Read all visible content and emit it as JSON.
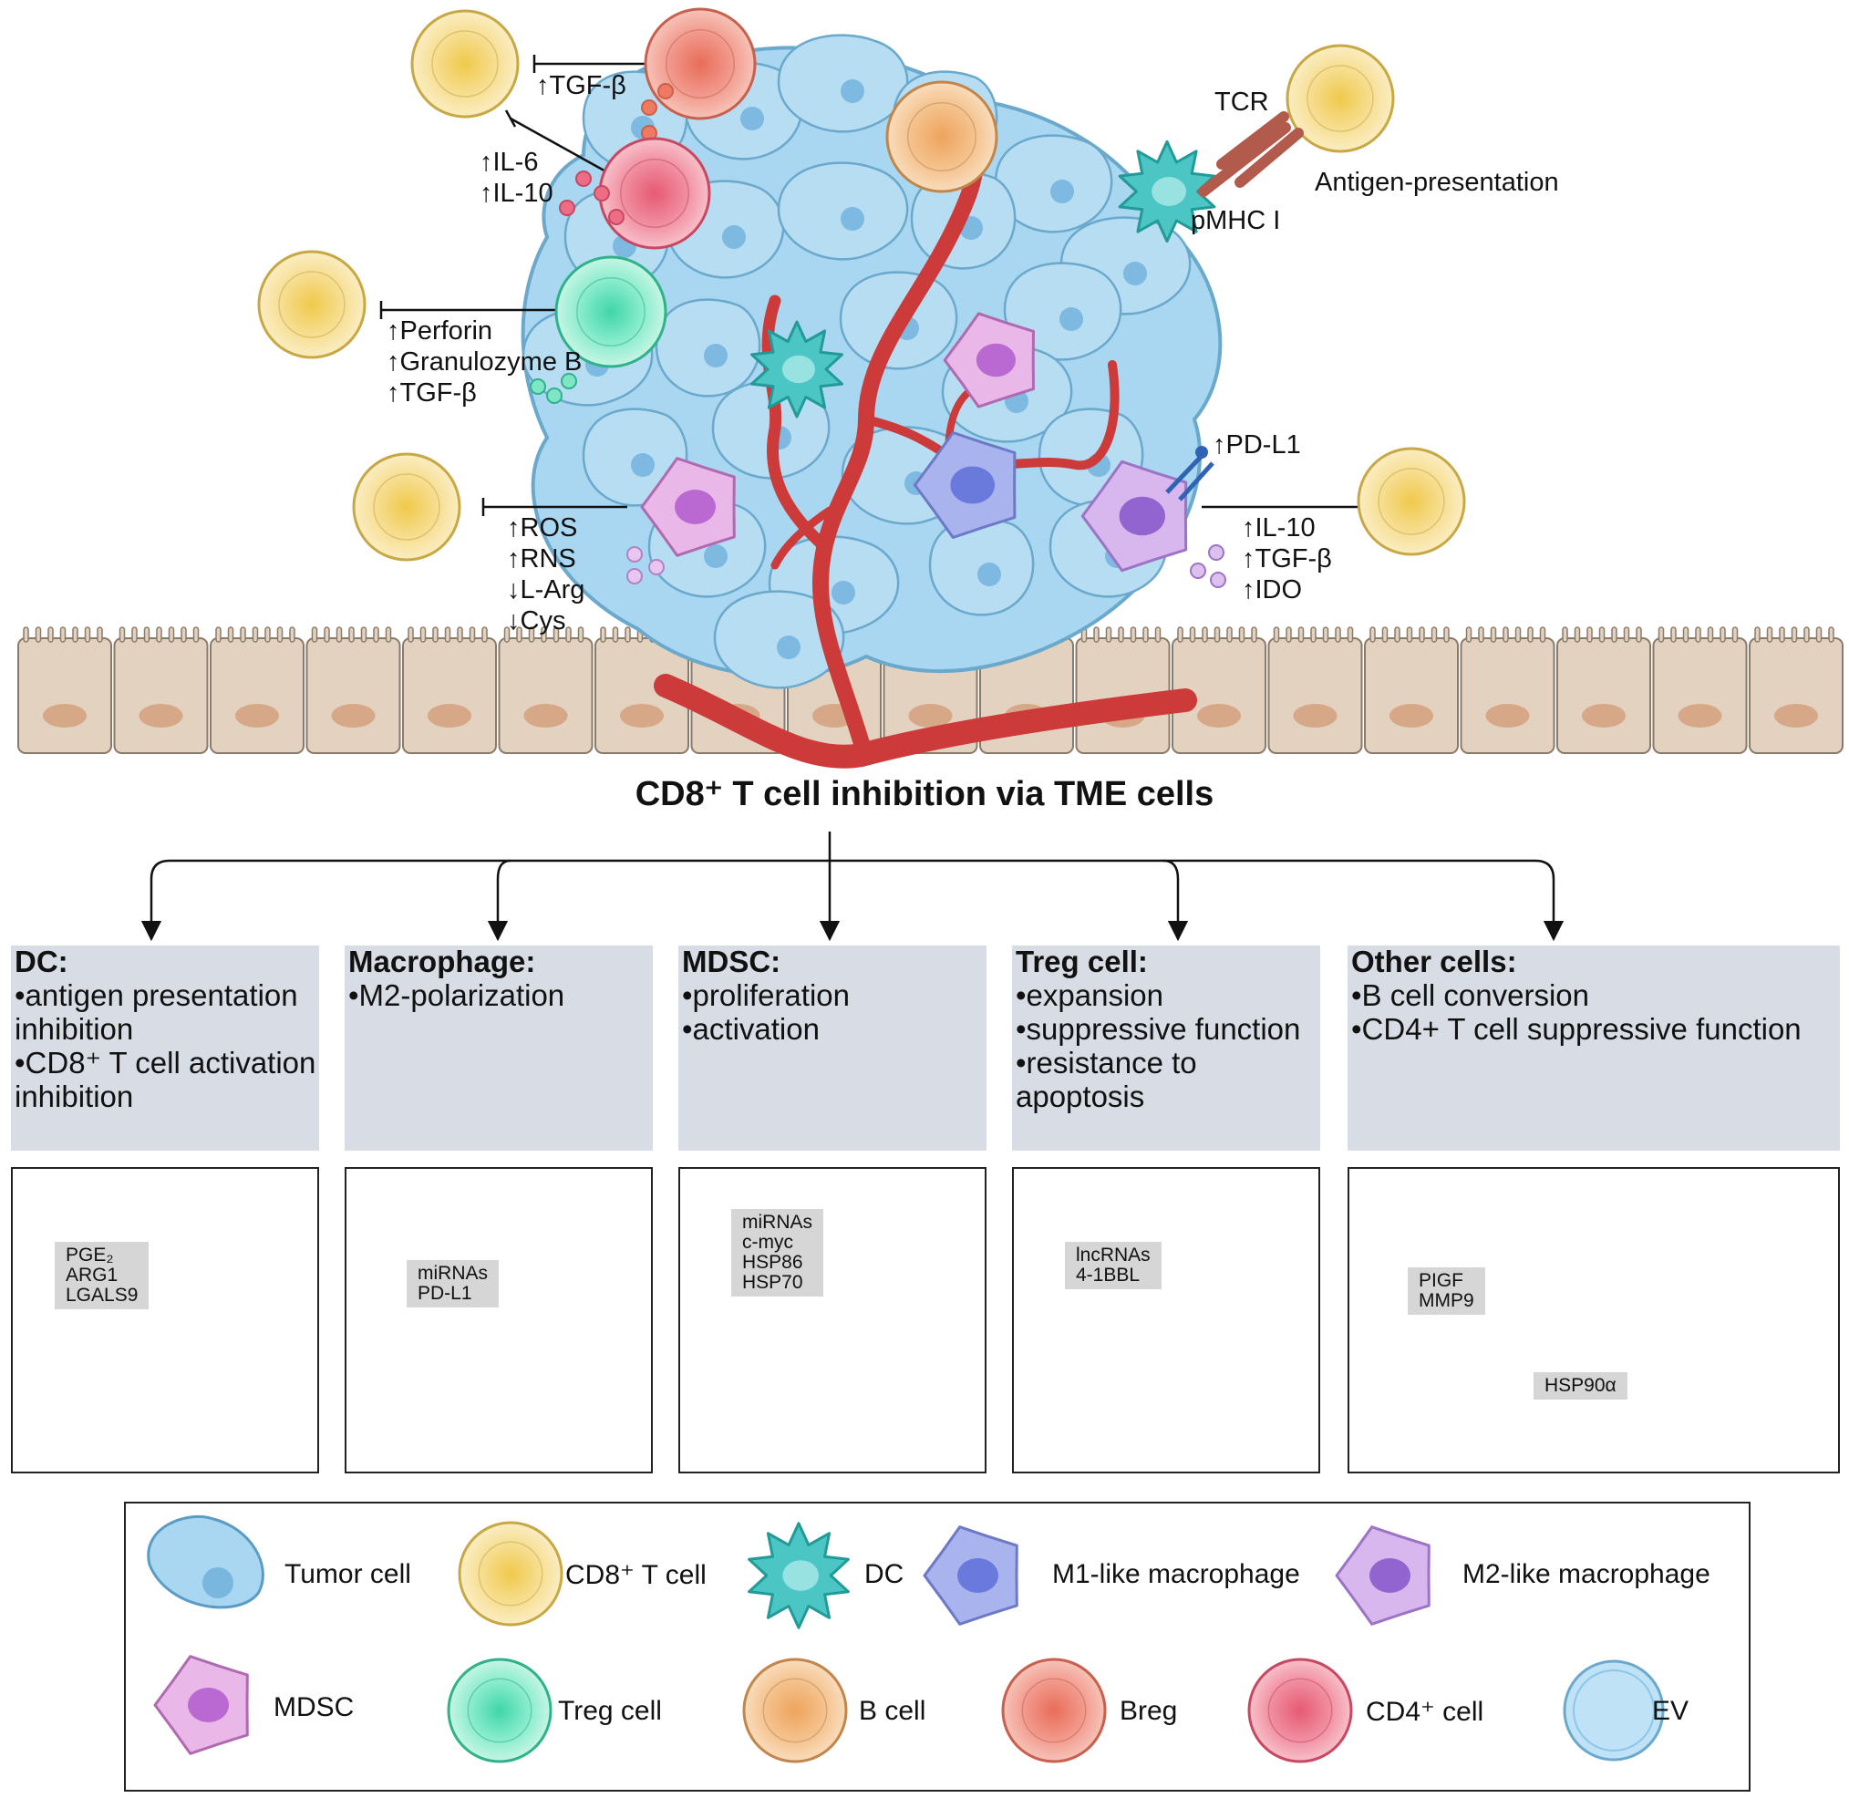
{
  "title": "CD8⁺ T cell inhibition via TME cells",
  "figure_labels": {
    "tgf_beta_top": "↑TGF-β",
    "il6": "↑IL-6",
    "il10_left": "↑IL-10",
    "perforin": "↑Perforin",
    "granzyme": "↑Granulozyme B",
    "tgf_beta_treg": "↑TGF-β",
    "ros": "↑ROS",
    "rns": "↑RNS",
    "larg": "↓L-Arg",
    "cys": "↓Cys",
    "tcr": "TCR",
    "antigen_presentation": "Antigen-presentation",
    "pmhc": "pMHC I",
    "pdl1": "↑PD-L1",
    "il10_right": "↑IL-10",
    "tgf_beta_right": "↑TGF-β",
    "ido": "↑IDO"
  },
  "panels": [
    {
      "title": "DC:",
      "items": [
        "•antigen presentation inhibition",
        "•CD8⁺ T cell activation inhibition"
      ]
    },
    {
      "title": "Macrophage:",
      "items": [
        "•M2-polarization"
      ]
    },
    {
      "title": "MDSC:",
      "items": [
        "•proliferation",
        "•activation"
      ]
    },
    {
      "title": "Treg cell:",
      "items": [
        "•expansion",
        "•suppressive function",
        "•resistance to apoptosis"
      ]
    },
    {
      "title": "Other cells:",
      "items": [
        "•B cell conversion",
        "•CD4+ T cell suppressive function"
      ]
    }
  ],
  "boxes": {
    "dc": [
      "PGE₂",
      "ARG1",
      "LGALS9"
    ],
    "macrophage": [
      "miRNAs",
      "PD-L1"
    ],
    "mdsc": [
      "miRNAs",
      "c-myc",
      "HSP86",
      "HSP70"
    ],
    "treg": [
      "lncRNAs",
      "4-1BBL"
    ],
    "other_top": [
      "PIGF",
      "MMP9"
    ],
    "other_bottom": [
      "HSP90α"
    ]
  },
  "legend": [
    "Tumor cell",
    "CD8⁺ T cell",
    "DC",
    "M1-like macrophage",
    "M2-like macrophage",
    "MDSC",
    "Treg cell",
    "B cell",
    "Breg",
    "CD4⁺ cell",
    "EV"
  ],
  "colors": {
    "tumor": "#a9d6f0",
    "cd8": "#f5dc8c",
    "dc": "#4cc6c4",
    "m1": "#a9b3ee",
    "m2": "#d7b7ee",
    "mdsc": "#eab8e8",
    "treg": "#7ee5c5",
    "bcell": "#f3b880",
    "breg": "#ef8f7d",
    "cd4": "#ef7f93",
    "vessel": "#cc3a3a",
    "epithelium": "#e4d2c0",
    "panel_bg": "#d8dce4"
  }
}
